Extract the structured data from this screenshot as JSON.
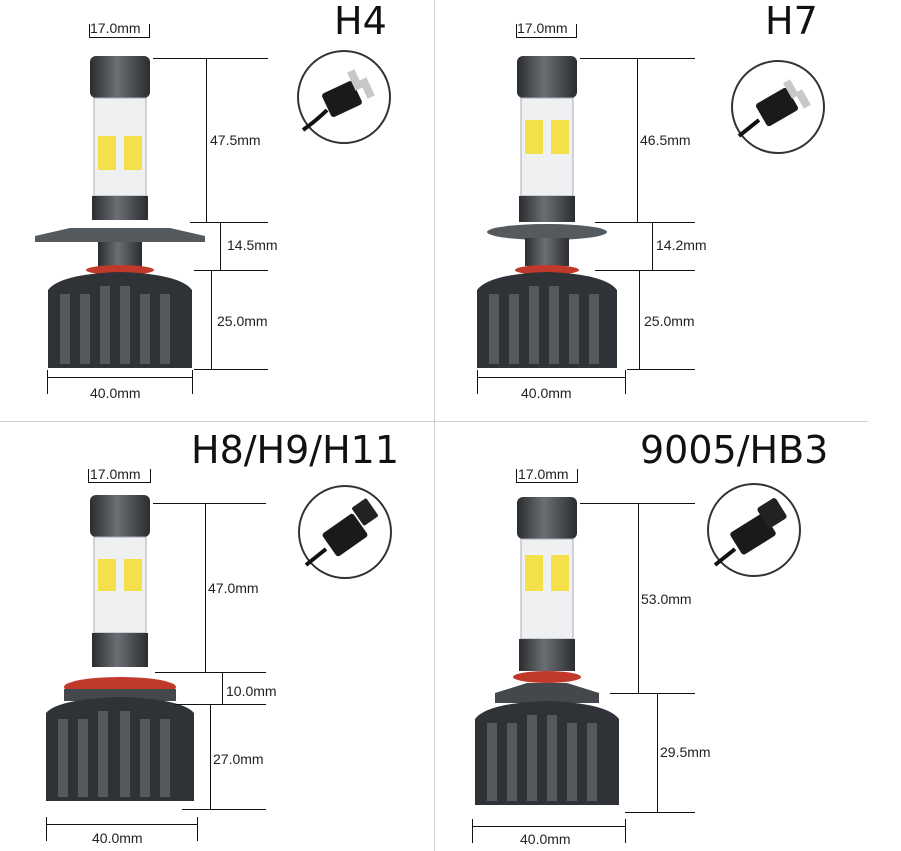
{
  "panels": [
    {
      "model": "H4",
      "dims": {
        "top_width": "17.0mm",
        "height_a": "47.5mm",
        "height_b": "14.5mm",
        "height_c": "25.0mm",
        "base_width": "40.0mm"
      }
    },
    {
      "model": "H7",
      "dims": {
        "top_width": "17.0mm",
        "height_a": "46.5mm",
        "height_b": "14.2mm",
        "height_c": "25.0mm",
        "base_width": "40.0mm"
      }
    },
    {
      "model": "H8/H9/H11",
      "dims": {
        "top_width": "17.0mm",
        "height_a": "47.0mm",
        "height_b": "10.0mm",
        "height_c": "27.0mm",
        "base_width": "40.0mm"
      }
    },
    {
      "model": "9005/HB3",
      "dims": {
        "top_width": "17.0mm",
        "height_a": "53.0mm",
        "height_c": "29.5mm",
        "base_width": "40.0mm"
      }
    }
  ],
  "colors": {
    "bulb_body": "#3c3f43",
    "led_chip": "#f4e04a",
    "seal_ring": "#c0392b",
    "divider": "#d0d0d0"
  },
  "icons": [
    "h4-connector-icon",
    "h7-connector-icon",
    "h11-connector-icon",
    "9005-connector-icon"
  ]
}
